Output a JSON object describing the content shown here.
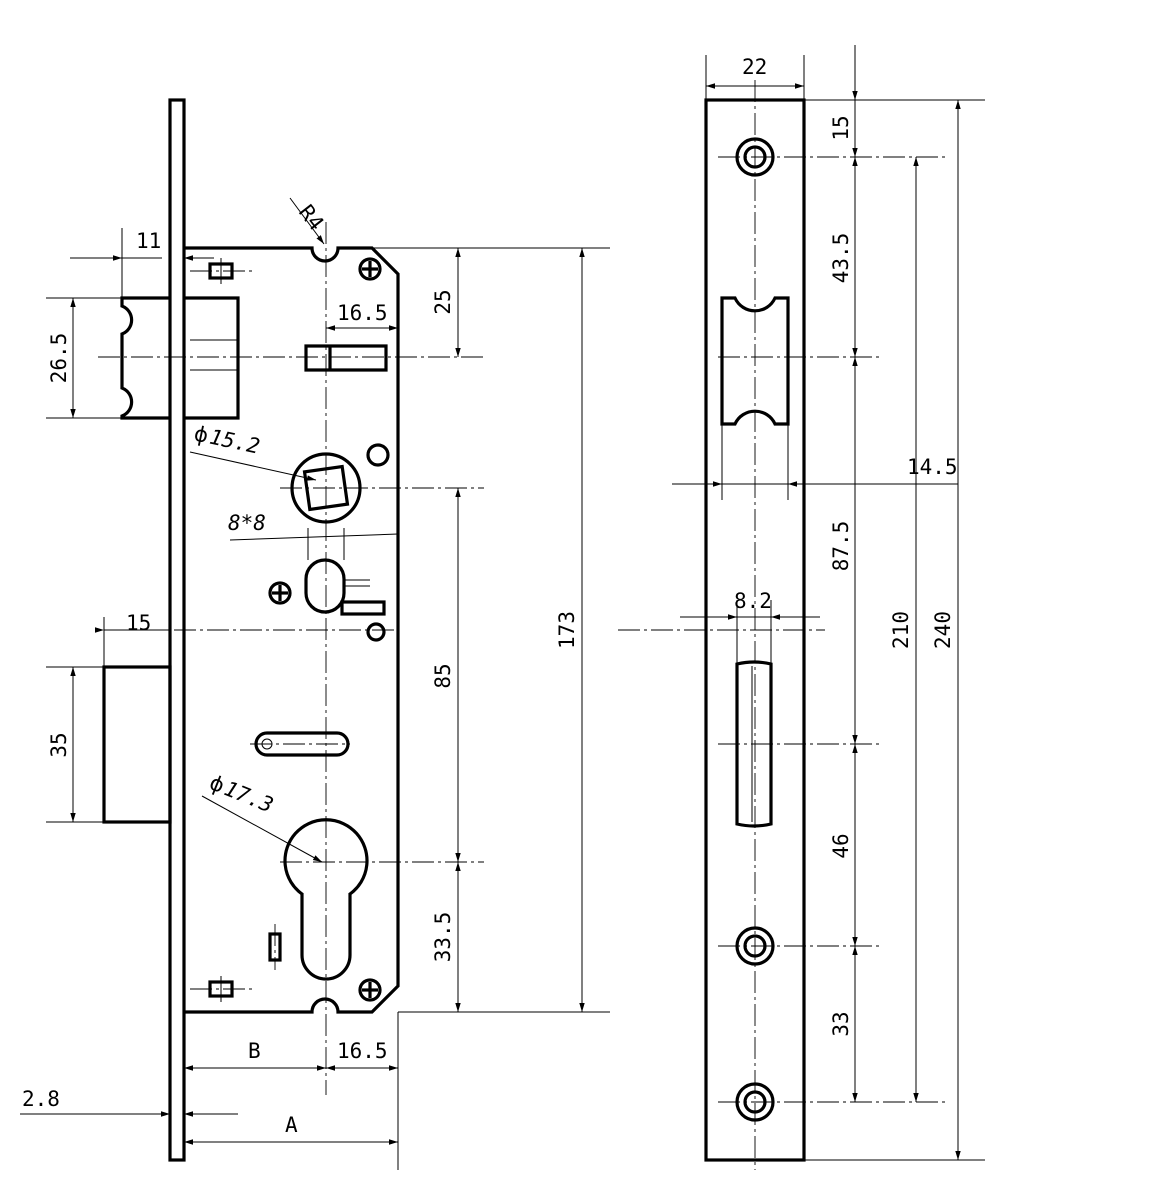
{
  "drawing": {
    "side_view": {
      "dimensions": {
        "radius": "R4",
        "latch_offset": "11",
        "latch_height": "26.5",
        "top_to_latch": "25",
        "latch_depth": "16.5",
        "overall_height": "173",
        "follower_diameter": "15.2",
        "follower_square": "8*8",
        "deadbolt_offset": "15",
        "deadbolt_height": "35",
        "follower_to_cylinder": "85",
        "cylinder_diameter": "17.3",
        "cylinder_to_bottom": "33.5",
        "backset_label": "B",
        "cylinder_depth": "16.5",
        "faceplate_thickness": "2.8",
        "total_depth_label": "A"
      },
      "symbols": {
        "diameter": "ϕ"
      }
    },
    "faceplate_view": {
      "dimensions": {
        "faceplate_width": "22",
        "top_hole": "15",
        "hole_to_latch": "43.5",
        "latch_to_follower": "14.5",
        "follower_to_bolt": "87.5",
        "bolt_width": "8.2",
        "hole_spacing": "210",
        "overall_length": "240",
        "bolt_to_hole": "46",
        "hole_to_bottom": "33"
      }
    }
  }
}
